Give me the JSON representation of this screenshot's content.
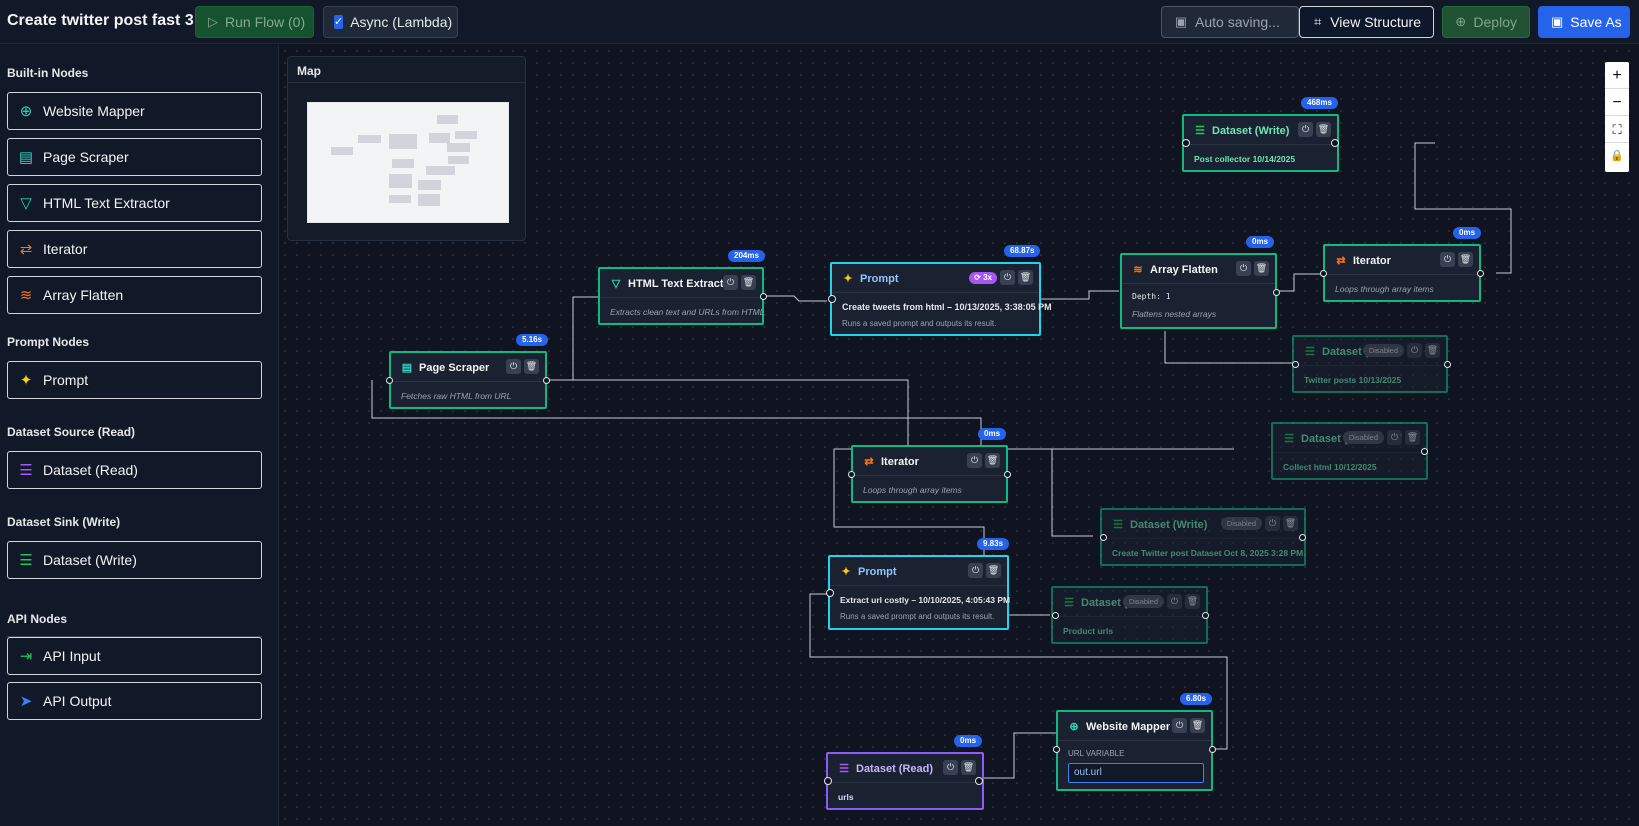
{
  "topbar": {
    "title": "Create twitter post fast 3",
    "run_flow": "Run Flow (0)",
    "async_label": "Async (Lambda)",
    "auto_saving": "Auto saving...",
    "view_structure": "View Structure",
    "deploy": "Deploy",
    "save_as": "Save As"
  },
  "sidebar": {
    "sections": [
      {
        "title": "Built-in Nodes",
        "items": [
          "Website Mapper",
          "Page Scraper",
          "HTML Text Extractor",
          "Iterator",
          "Array Flatten"
        ]
      },
      {
        "title": "Prompt Nodes",
        "items": [
          "Prompt"
        ]
      },
      {
        "title": "Dataset Source (Read)",
        "items": [
          "Dataset (Read)"
        ]
      },
      {
        "title": "Dataset Sink (Write)",
        "items": [
          "Dataset (Write)"
        ]
      },
      {
        "title": "API Nodes",
        "items": [
          "API Input",
          "API Output"
        ]
      }
    ]
  },
  "minimap": {
    "title": "Map"
  },
  "zoom": {
    "zoom_in": "+",
    "zoom_out": "−",
    "fit": "⛶",
    "lock": "🔒"
  },
  "nodes": {
    "page_scraper": {
      "title": "Page Scraper",
      "desc": "Fetches raw HTML from URL",
      "badge": "5.16s"
    },
    "html_extractor": {
      "title": "HTML Text Extractor",
      "desc": "Extracts clean text and URLs from HTML",
      "badge": "204ms"
    },
    "prompt_tweets": {
      "title": "Prompt",
      "run_tag": "3x",
      "main": "Create tweets from html – 10/13/2025, 3:38:05 PM",
      "sub": "Runs a saved prompt and outputs its result.",
      "badge": "68.87s"
    },
    "array_flatten": {
      "title": "Array Flatten",
      "depth": "Depth: 1",
      "desc": "Flattens nested arrays",
      "badge": "0ms"
    },
    "iterator_top": {
      "title": "Iterator",
      "desc": "Loops through array items",
      "badge": "0ms"
    },
    "dataset_write_post": {
      "title": "Dataset (Write)",
      "main": "Post collector 10/14/2025",
      "badge": "468ms"
    },
    "dataset_twitter_posts": {
      "title": "Dataset (W",
      "tag": "Disabled",
      "main": "Twitter posts 10/13/2025"
    },
    "iterator_mid": {
      "title": "Iterator",
      "desc": "Loops through array items",
      "badge": "0ms"
    },
    "dataset_collect_html": {
      "title": "Dataset (W",
      "tag": "Disabled",
      "main": "Collect html 10/12/2025"
    },
    "dataset_create_twitter": {
      "title": "Dataset (Write)",
      "tag": "Disabled",
      "main": "Create Twitter post Dataset Oct 8, 2025 3:28 PM"
    },
    "prompt_extract": {
      "title": "Prompt",
      "main": "Extract url costly – 10/10/2025, 4:05:43 PM",
      "sub": "Runs a saved prompt and outputs its result.",
      "badge": "9.83s"
    },
    "dataset_product_urls": {
      "title": "Dataset (W",
      "tag": "Disabled",
      "main": "Product urls"
    },
    "website_mapper": {
      "title": "Website Mapper",
      "url_label": "URL VARIABLE",
      "url_value": "out.url",
      "badge": "6.80s"
    },
    "dataset_read": {
      "title": "Dataset (Read)",
      "main": "urls",
      "badge": "0ms"
    }
  },
  "colors": {
    "accent": "#2563eb",
    "node_border": "#10b981",
    "read_border": "#8b5cf6",
    "prompt_border": "#22d3ee"
  },
  "icons": {
    "node_buttons": [
      "power-icon",
      "trash-icon"
    ]
  }
}
